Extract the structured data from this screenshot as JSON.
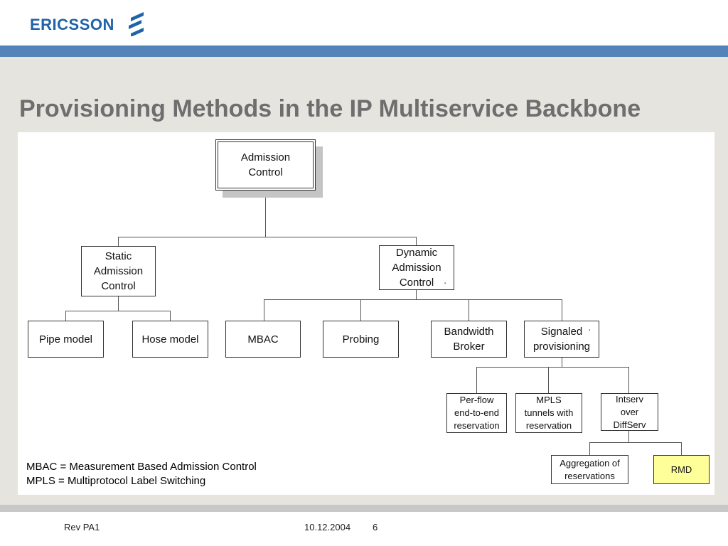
{
  "header": {
    "logo_text": "ERICSSON"
  },
  "title": "Provisioning Methods in the IP Multiservice Backbone",
  "diagram": {
    "root": "Admission\nControl",
    "static": "Static\nAdmission\nControl",
    "dynamic": "Dynamic\nAdmission\nControl",
    "pipe": "Pipe model",
    "hose": "Hose model",
    "mbac": "MBAC",
    "probing": "Probing",
    "bb": "Bandwidth\nBroker",
    "signaled": "Signaled\nprovisioning",
    "perflow": "Per-flow\nend-to-end\nreservation",
    "mpls": "MPLS\ntunnels with\nreservation",
    "intserv": "Intserv\nover\nDiffServ",
    "aggregation": "Aggregation of\nreservations",
    "rmd": "RMD",
    "rmd_color": "#ffff99"
  },
  "legend": {
    "line1": "MBAC = Measurement Based Admission Control",
    "line2": "MPLS = Multiprotocol Label Switching"
  },
  "footer": {
    "rev": "Rev PA1",
    "date": "10.12.2004",
    "page": "6"
  },
  "colors": {
    "brand_blue": "#1f63a8",
    "bar_blue": "#5383b8",
    "title_gray": "#6e6e6e"
  }
}
